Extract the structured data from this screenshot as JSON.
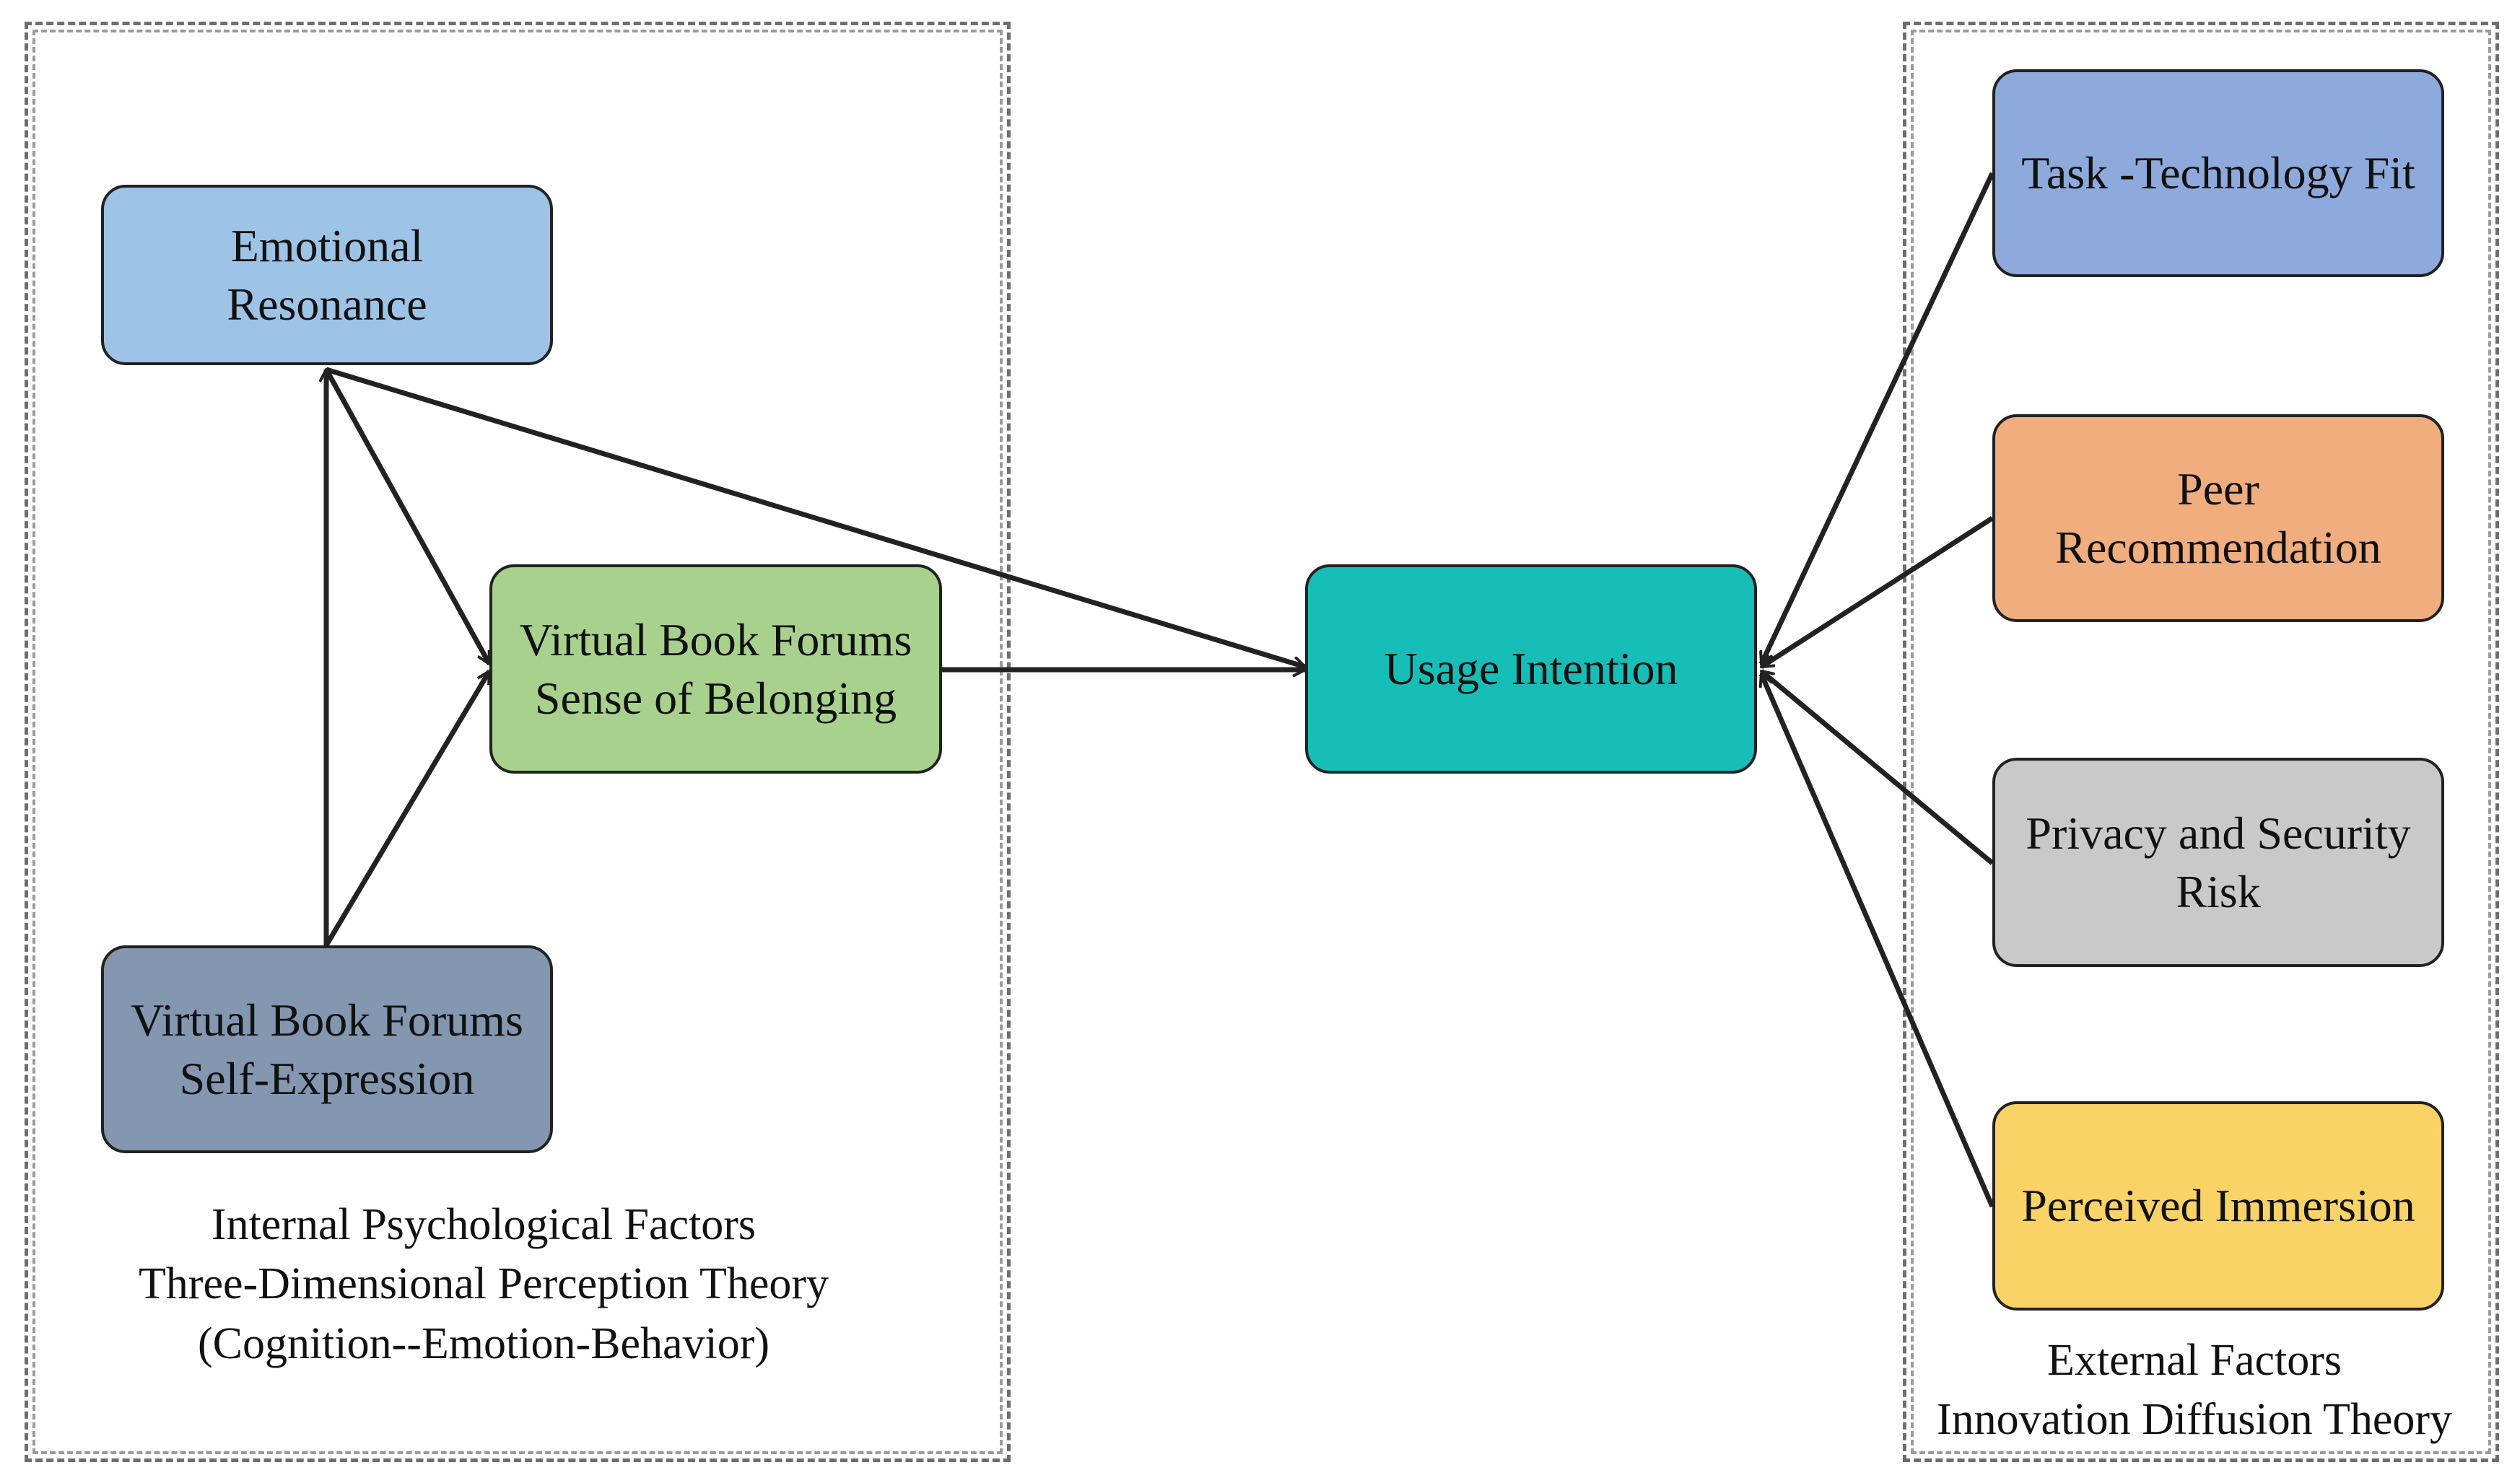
{
  "colors": {
    "emotional": "#9DC3E6",
    "belonging": "#A9D18E",
    "self_expression": "#8497B0",
    "usage": "#17BEB7",
    "task_tech": "#8EA9DB",
    "peer": "#F0AD7E",
    "privacy": "#C9C9C9",
    "immersion": "#F9D366",
    "stroke": "#222222"
  },
  "nodes": {
    "emotional": "Emotional Resonance",
    "belonging": "Virtual Book Forums Sense of Belonging",
    "self_expression": "Virtual Book Forums Self-Expression",
    "usage": "Usage Intention",
    "task_tech": "Task -Technology Fit",
    "peer": "Peer Recommendation",
    "privacy": "Privacy and Security Risk",
    "immersion": "Perceived Immersion"
  },
  "captions": {
    "internal": [
      "Internal Psychological Factors",
      "Three-Dimensional Perception Theory",
      "(Cognition--Emotion-Behavior)"
    ],
    "external": [
      "External Factors",
      "Innovation Diffusion Theory"
    ]
  },
  "edges": [
    {
      "from": "self_expression",
      "to": "emotional"
    },
    {
      "from": "self_expression",
      "to": "belonging"
    },
    {
      "from": "emotional",
      "to": "belonging"
    },
    {
      "from": "emotional",
      "to": "usage"
    },
    {
      "from": "belonging",
      "to": "usage"
    },
    {
      "from": "task_tech",
      "to": "usage"
    },
    {
      "from": "peer",
      "to": "usage"
    },
    {
      "from": "privacy",
      "to": "usage"
    },
    {
      "from": "immersion",
      "to": "usage"
    }
  ]
}
